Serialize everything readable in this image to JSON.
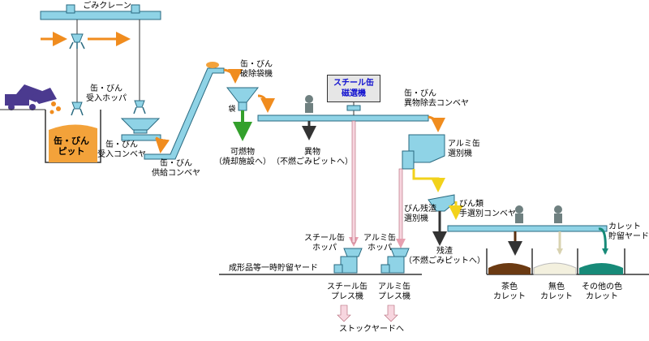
{
  "crane": {
    "label": "ごみクレーン"
  },
  "nodes": {
    "can_bottle_pit": "缶・びん\nピット",
    "receive_hopper": "缶・びん\n受入ホッパ",
    "receive_conveyor": "缶・びん\n受入コンベヤ",
    "supply_conveyor": "缶・びん\n供給コンベヤ",
    "bag_breaker": "缶・びん\n破除袋機",
    "bag": "袋",
    "combustible": "可燃物\n（焼却施設へ）",
    "foreign_matter": "異物\n（不燃ごみピットへ）",
    "steel_separator": "スチール缶\n磁選機",
    "foreign_removal_conveyor": "缶・びん\n異物除去コンベヤ",
    "aluminum_separator": "アルミ缶\n選別機",
    "bottle_residue_separator": "びん残渣\n選別機",
    "bottle_hand_conveyor": "びん類\n手選別コンベヤ",
    "cullet_yard": "カレット\n貯留ヤード",
    "residue": "残渣\n（不燃ごみピットへ）",
    "steel_hopper": "スチール缶\nホッパ",
    "aluminum_hopper": "アルミ缶\nホッパ",
    "product_yard": "成形品等一時貯留ヤード",
    "steel_press": "スチール缶\nプレス機",
    "aluminum_press": "アルミ缶\nプレス機",
    "stock_yard": "ストックヤードへ",
    "brown_cullet": "茶色\nカレット",
    "clear_cullet": "無色\nカレット",
    "other_cullet": "その他の色\nカレット"
  },
  "colors": {
    "equipment": "#8fd3e6",
    "equipment_stroke": "#2a6a80",
    "orange": "#f08c1e",
    "pit_fill": "#f3a23a",
    "green": "#33a02c",
    "dark": "#333333",
    "pink": "#e7a0b0",
    "yellow": "#f2d21b",
    "brown_cullet": "#6b3a12",
    "clear_cullet": "#f3f0de",
    "other_cullet": "#178a78",
    "truck": "#4b3a8f",
    "label_blue": "#1010d0"
  }
}
